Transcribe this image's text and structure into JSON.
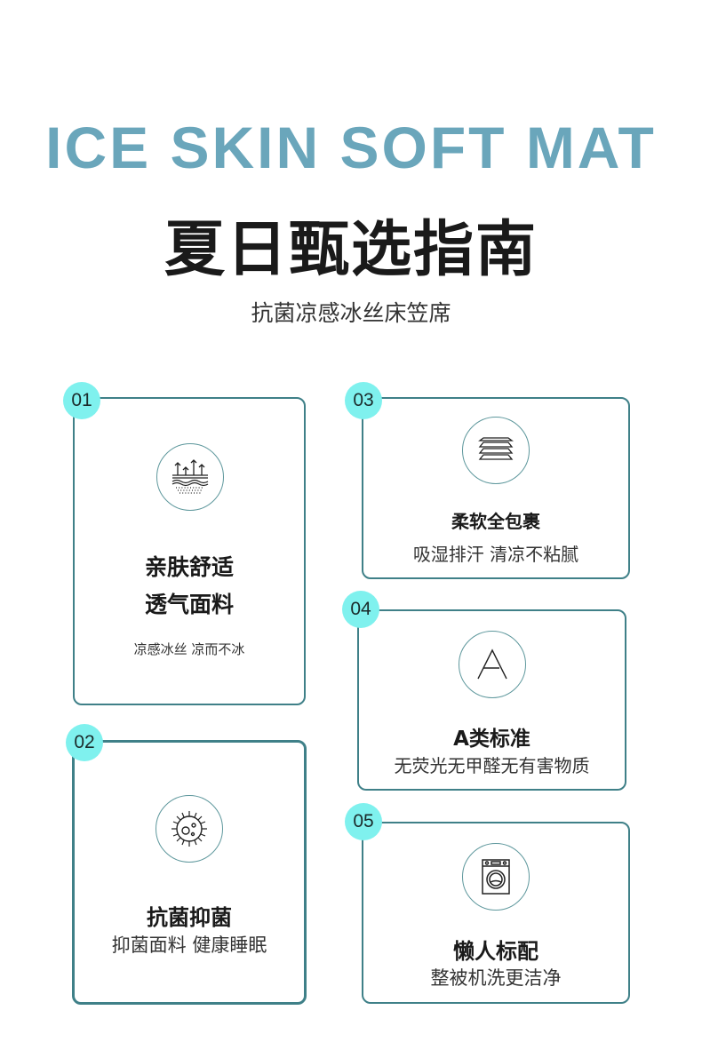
{
  "header": {
    "title_en": "ICE SKIN SOFT MAT",
    "title_cn": "夏日甄选指南",
    "subtitle": "抗菌凉感冰丝床笠席"
  },
  "features": [
    {
      "num": "01",
      "icon": "breathable-fabric-icon",
      "title1": "亲肤舒适",
      "title2": "透气面料",
      "desc": "凉感冰丝 凉而不冰"
    },
    {
      "num": "02",
      "icon": "bacteria-icon",
      "title": "抗菌抑菌",
      "desc": "抑菌面料 健康睡眠"
    },
    {
      "num": "03",
      "icon": "layers-icon",
      "title": "柔软全包裹",
      "desc": "吸湿排汗 清凉不粘腻"
    },
    {
      "num": "04",
      "icon": "grade-a-icon",
      "title": "A类标准",
      "desc": "无荧光无甲醛无有害物质"
    },
    {
      "num": "05",
      "icon": "washing-machine-icon",
      "title": "懒人标配",
      "desc": "整被机洗更洁净"
    }
  ],
  "colors": {
    "accent": "#6aa6bb",
    "border": "#3f8088",
    "badge": "#7ff1ee"
  }
}
